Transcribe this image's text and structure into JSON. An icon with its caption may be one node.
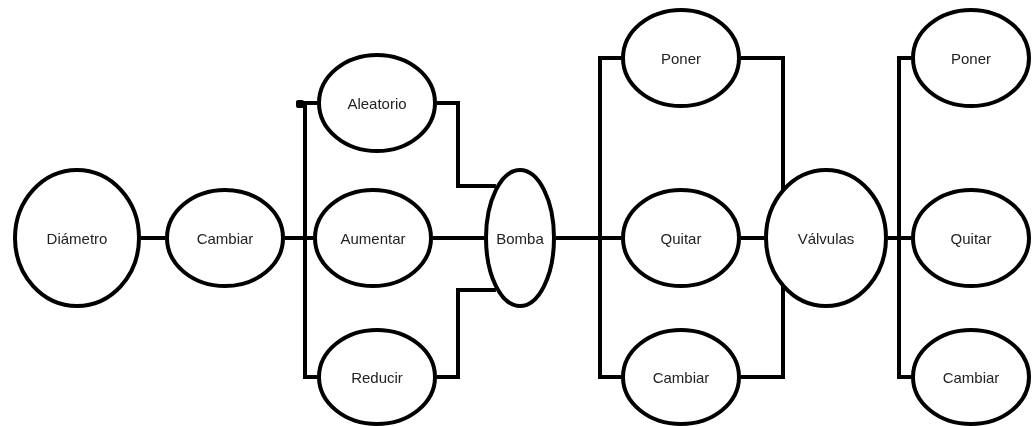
{
  "diagram": {
    "nodes": [
      {
        "text": [
          "Diámetro"
        ]
      },
      {
        "text": [
          "Cambiar"
        ]
      },
      {
        "text": [
          "Aleatorio"
        ]
      },
      {
        "text": [
          "Aumentar"
        ]
      },
      {
        "text": [
          "Reducir"
        ]
      },
      {
        "text": [
          "Bomba"
        ]
      },
      {
        "text": [
          "Poner"
        ]
      },
      {
        "text": [
          "Quitar"
        ]
      },
      {
        "text": [
          "Cambiar"
        ]
      },
      {
        "text": [
          "Válvulas"
        ]
      },
      {
        "text": [
          "Poner"
        ]
      },
      {
        "text": [
          "Quitar"
        ]
      },
      {
        "text": [
          "Cambiar"
        ]
      }
    ],
    "edges": [
      {
        "from": 0,
        "to": 1,
        "arrow": "none"
      },
      {
        "from": 1,
        "to": 2,
        "arrow": "none"
      },
      {
        "from": 1,
        "to": 3,
        "arrow": "none"
      },
      {
        "from": 1,
        "to": 4,
        "arrow": "none"
      },
      {
        "from": 2,
        "to": 5,
        "arrow": "none"
      },
      {
        "from": 3,
        "to": 5,
        "arrow": "none"
      },
      {
        "from": 4,
        "to": 5,
        "arrow": "none"
      },
      {
        "from": 5,
        "to": 6,
        "arrow": "none"
      },
      {
        "from": 5,
        "to": 7,
        "arrow": "none"
      },
      {
        "from": 5,
        "to": 8,
        "arrow": "none"
      },
      {
        "from": 6,
        "to": 9,
        "arrow": "none"
      },
      {
        "from": 7,
        "to": 9,
        "arrow": "none"
      },
      {
        "from": 8,
        "to": 9,
        "arrow": "none"
      },
      {
        "from": 9,
        "to": 10,
        "arrow": "none"
      },
      {
        "from": 9,
        "to": 11,
        "arrow": "none"
      },
      {
        "from": 9,
        "to": 12,
        "arrow": "none"
      }
    ]
  }
}
